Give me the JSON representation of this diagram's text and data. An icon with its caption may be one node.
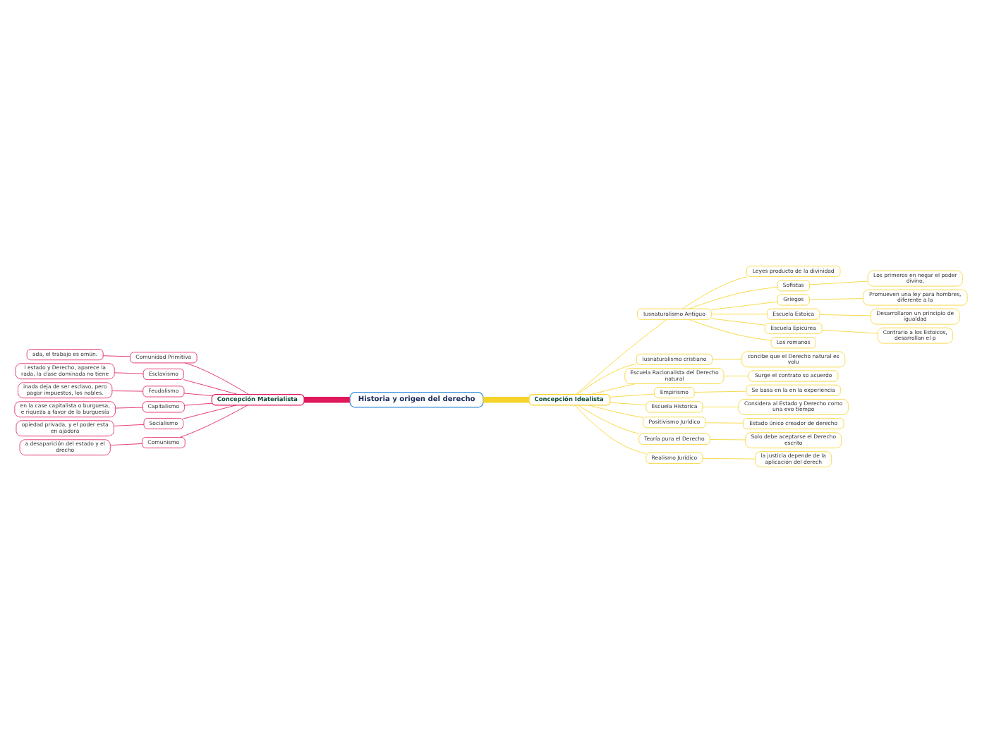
{
  "diagram": {
    "nodes": [
      {
        "text": [
          "Historia y origen del derecho"
        ]
      },
      {
        "text": [
          "Concepción Materialista"
        ]
      },
      {
        "text": [
          "Comunidad Primitiva"
        ]
      },
      {
        "text": [
          "ada, el trabajo es omún."
        ]
      },
      {
        "text": [
          "Esclavismo"
        ]
      },
      {
        "text": [
          "l estado y Derecho, aparece la rada, la clase dominada no tiene"
        ]
      },
      {
        "text": [
          "Feudalismo"
        ]
      },
      {
        "text": [
          "inada deja de ser esclavo, pero pagar impuestos, los nobles."
        ]
      },
      {
        "text": [
          "Capitalismo"
        ]
      },
      {
        "text": [
          "en la case capitalista o burguesa, e riqueza a favor de la burguesía"
        ]
      },
      {
        "text": [
          "Socialismo"
        ]
      },
      {
        "text": [
          "opiedad privada, y el poder esta en ajadora"
        ]
      },
      {
        "text": [
          "Comunismo"
        ]
      },
      {
        "text": [
          "a desaparición del estado y el drecho"
        ]
      },
      {
        "text": [
          "Concepción Idealista"
        ]
      },
      {
        "text": [
          "Iusnaturalismo Antiguo"
        ]
      },
      {
        "text": [
          "Leyes producto de la divinidad"
        ]
      },
      {
        "text": [
          "Sofistas"
        ]
      },
      {
        "text": [
          "Los primeros en negar el poder divino,"
        ]
      },
      {
        "text": [
          "Griegos"
        ]
      },
      {
        "text": [
          "Promueven una ley para hombres, diferente a la"
        ]
      },
      {
        "text": [
          "Escuela Estoica"
        ]
      },
      {
        "text": [
          "Desarrollaron un principio de igualdad"
        ]
      },
      {
        "text": [
          "Escuela Epicúrea"
        ]
      },
      {
        "text": [
          "Contrario a los Estoicos, desarrollan el p"
        ]
      },
      {
        "text": [
          "Los romanos"
        ]
      },
      {
        "text": [
          "Iusnaturalismo cristiano"
        ]
      },
      {
        "text": [
          "concibe que el Derecho natural es volu"
        ]
      },
      {
        "text": [
          "Escuela Racionalista del Derecho natural"
        ]
      },
      {
        "text": [
          "Surge el contrato so acuerdo"
        ]
      },
      {
        "text": [
          "Empirismo"
        ]
      },
      {
        "text": [
          "Se basa en la en la experiencia"
        ]
      },
      {
        "text": [
          "Escuela Historica"
        ]
      },
      {
        "text": [
          "Considera al Estado y Derecho como una evo tiempo"
        ]
      },
      {
        "text": [
          "Positivismo Jurídico"
        ]
      },
      {
        "text": [
          "Estado único creador de derecho"
        ]
      },
      {
        "text": [
          "Teoría pura el Derecho"
        ]
      },
      {
        "text": [
          "Solo debe aceptarse el Derecho escrito"
        ]
      },
      {
        "text": [
          "Realismo Jurídico"
        ]
      },
      {
        "text": [
          "la justicia depende de la aplicación del derech"
        ]
      }
    ],
    "edges": [
      {
        "from": 0,
        "to": 1,
        "arrow": "none",
        "style": "thick",
        "color": "#e0185c"
      },
      {
        "from": 1,
        "to": 2,
        "arrow": "none",
        "color": "#e0185c"
      },
      {
        "from": 2,
        "to": 3,
        "arrow": "none",
        "color": "#e0185c"
      },
      {
        "from": 1,
        "to": 4,
        "arrow": "none",
        "color": "#e0185c"
      },
      {
        "from": 4,
        "to": 5,
        "arrow": "none",
        "color": "#e0185c"
      },
      {
        "from": 1,
        "to": 6,
        "arrow": "none",
        "color": "#e0185c"
      },
      {
        "from": 6,
        "to": 7,
        "arrow": "none",
        "color": "#e0185c"
      },
      {
        "from": 1,
        "to": 8,
        "arrow": "none",
        "color": "#e0185c"
      },
      {
        "from": 8,
        "to": 9,
        "arrow": "none",
        "color": "#e0185c"
      },
      {
        "from": 1,
        "to": 10,
        "arrow": "none",
        "color": "#e0185c"
      },
      {
        "from": 10,
        "to": 11,
        "arrow": "none",
        "color": "#e0185c"
      },
      {
        "from": 1,
        "to": 12,
        "arrow": "none",
        "color": "#e0185c"
      },
      {
        "from": 12,
        "to": 13,
        "arrow": "none",
        "color": "#e0185c"
      },
      {
        "from": 0,
        "to": 14,
        "arrow": "none",
        "style": "thick"
      },
      {
        "from": 14,
        "to": 15,
        "arrow": "none"
      },
      {
        "from": 15,
        "to": 16,
        "arrow": "none"
      },
      {
        "from": 15,
        "to": 17,
        "arrow": "none"
      },
      {
        "from": 17,
        "to": 18,
        "arrow": "none"
      },
      {
        "from": 15,
        "to": 19,
        "arrow": "none"
      },
      {
        "from": 19,
        "to": 20,
        "arrow": "none"
      },
      {
        "from": 15,
        "to": 21,
        "arrow": "none"
      },
      {
        "from": 21,
        "to": 22,
        "arrow": "none"
      },
      {
        "from": 15,
        "to": 23,
        "arrow": "none"
      },
      {
        "from": 23,
        "to": 24,
        "arrow": "none"
      },
      {
        "from": 15,
        "to": 25,
        "arrow": "none"
      },
      {
        "from": 14,
        "to": 26,
        "arrow": "none"
      },
      {
        "from": 26,
        "to": 27,
        "arrow": "none"
      },
      {
        "from": 14,
        "to": 28,
        "arrow": "none"
      },
      {
        "from": 28,
        "to": 29,
        "arrow": "none"
      },
      {
        "from": 14,
        "to": 30,
        "arrow": "none"
      },
      {
        "from": 30,
        "to": 31,
        "arrow": "none"
      },
      {
        "from": 14,
        "to": 32,
        "arrow": "none"
      },
      {
        "from": 32,
        "to": 33,
        "arrow": "none"
      },
      {
        "from": 14,
        "to": 34,
        "arrow": "none"
      },
      {
        "from": 34,
        "to": 35,
        "arrow": "none"
      },
      {
        "from": 14,
        "to": 36,
        "arrow": "none"
      },
      {
        "from": 36,
        "to": 37,
        "arrow": "none"
      },
      {
        "from": 14,
        "to": 38,
        "arrow": "none"
      },
      {
        "from": 38,
        "to": 39,
        "arrow": "none"
      }
    ]
  }
}
